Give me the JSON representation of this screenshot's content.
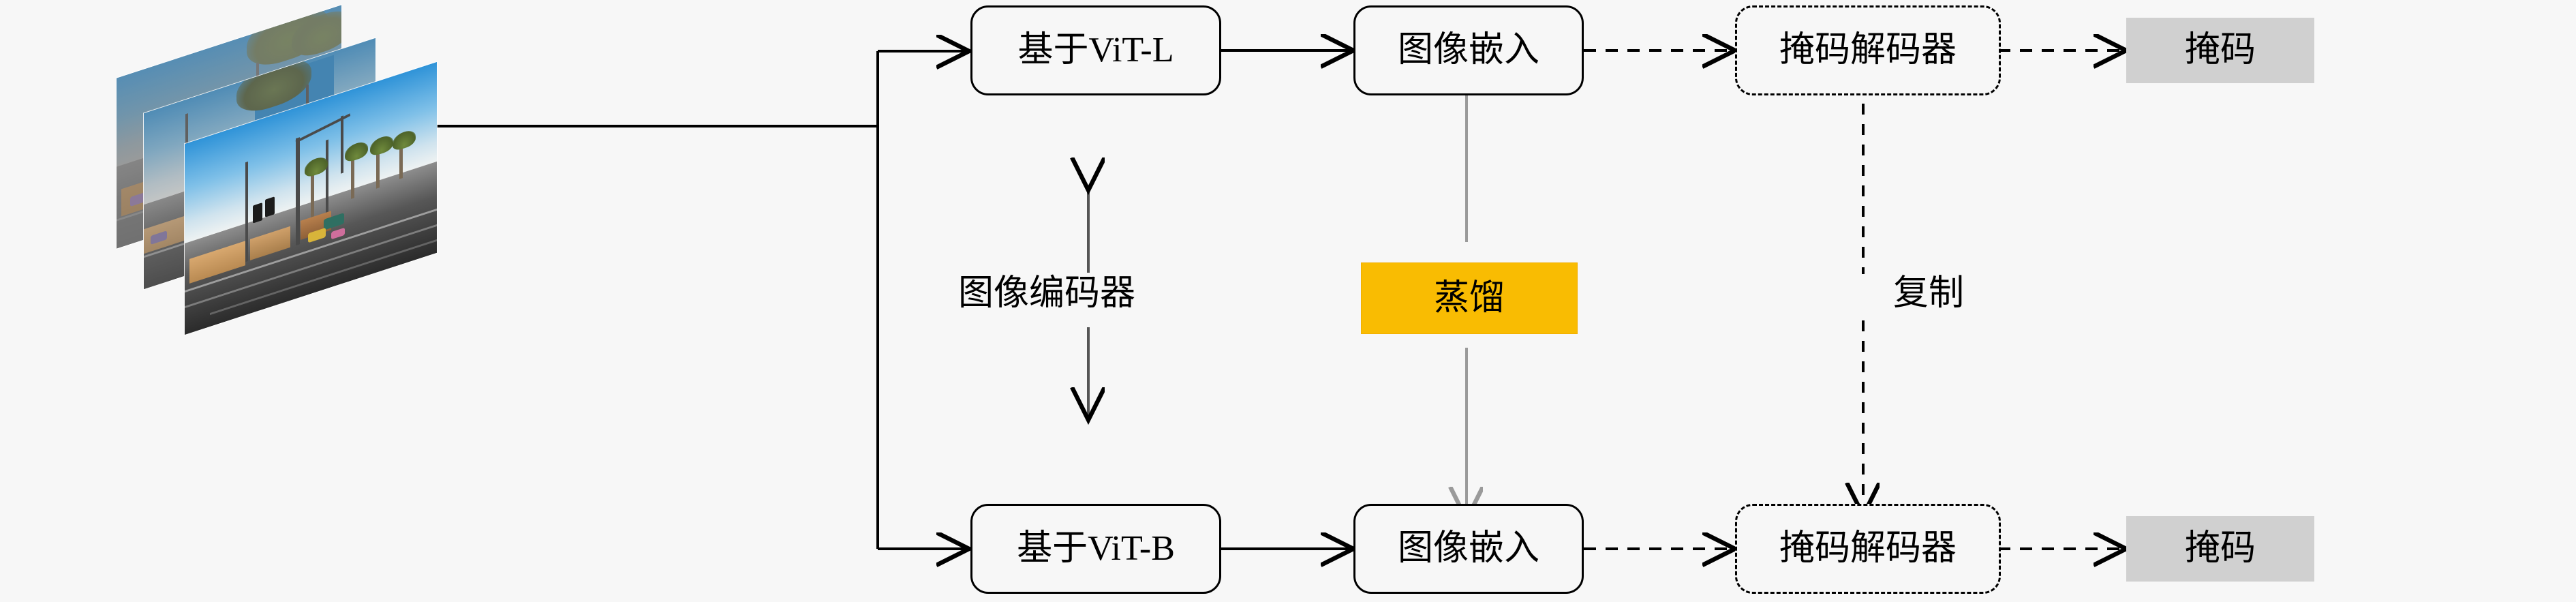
{
  "diagram": {
    "background_color": "#f7f7f7",
    "input": {
      "name": "image-stack",
      "description": "三张堆叠的街景图像",
      "layer_count": 3
    },
    "nodes": [
      {
        "id": "encoder-teacher",
        "label": "基于ViT-L",
        "style": "solid",
        "row": "top"
      },
      {
        "id": "embed-teacher",
        "label": "图像嵌入",
        "style": "solid",
        "row": "top"
      },
      {
        "id": "decoder-teacher",
        "label": "掩码解码器",
        "style": "dashed",
        "row": "top"
      },
      {
        "id": "mask-teacher",
        "label": "掩码",
        "style": "filled",
        "row": "top"
      },
      {
        "id": "encoder-student",
        "label": "基于ViT-B",
        "style": "solid",
        "row": "bottom"
      },
      {
        "id": "embed-student",
        "label": "图像嵌入",
        "style": "solid",
        "row": "bottom"
      },
      {
        "id": "decoder-student",
        "label": "掩码解码器",
        "style": "dashed",
        "row": "bottom"
      },
      {
        "id": "mask-student",
        "label": "掩码",
        "style": "filled",
        "row": "bottom"
      }
    ],
    "labels": {
      "image_encoder": "图像编码器",
      "distillation": "蒸馏",
      "copy": "复制"
    },
    "colors": {
      "accent": "#f9bc02",
      "accent_border": "#f2ae00",
      "mask_fill": "#d0d0d0",
      "stroke": "#000000",
      "distill_arrow": "#9a9a9a",
      "background": "#f7f7f7"
    }
  }
}
